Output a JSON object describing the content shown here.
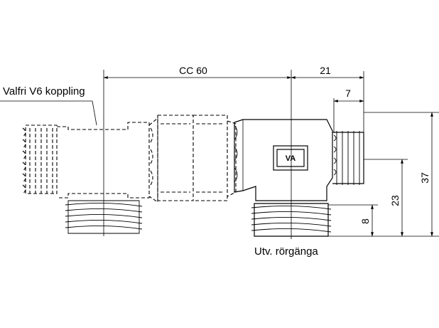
{
  "labels": {
    "coupling": "Valfri V6 koppling",
    "outlet_thread": "Utv. rörgänga",
    "logo": "VA"
  },
  "dimensions": {
    "cc": "CC 60",
    "d21": "21",
    "d7": "7",
    "d37": "37",
    "d23": "23",
    "d8": "8"
  }
}
